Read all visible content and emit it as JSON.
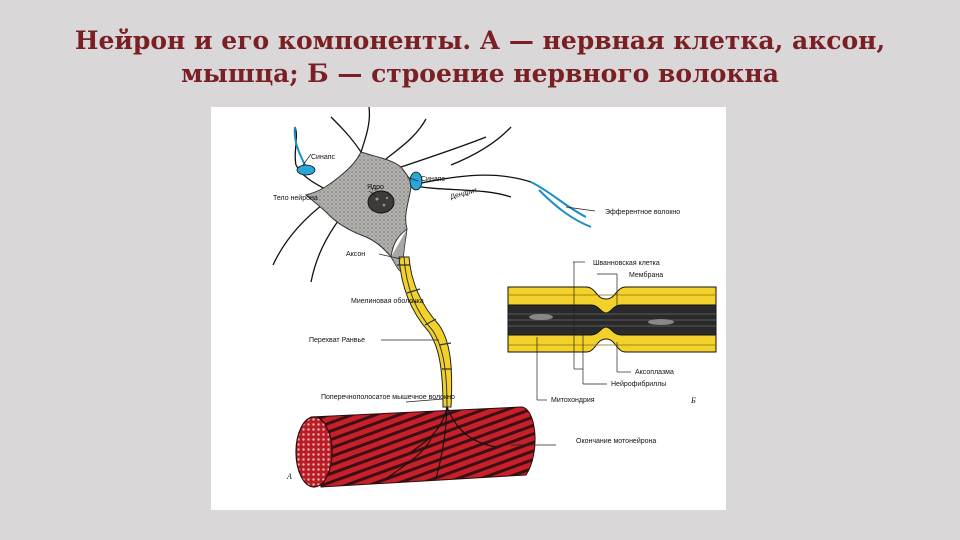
{
  "title": {
    "line1": "Нейрон и его компоненты. А — нервная клетка, аксон,",
    "line2": "мышца; Б — строение нервного волокна"
  },
  "figure": {
    "panel_a": "А",
    "panel_b": "Б",
    "labels_a": {
      "synapse_top": "Синапс",
      "nucleus": "Ядро",
      "synapse_right": "Синапс",
      "dendrite": "Дендрит",
      "cell_body": "Тело нейрона",
      "efferent": "Эфферентное волокно",
      "axon": "Аксон",
      "myelin": "Миелиновая оболочка",
      "ranvier": "Перехват Ранвье",
      "muscle": "Поперечнополосатое мышечное волокно",
      "motoneuron_end": "Окончание мотонейрона"
    },
    "labels_b": {
      "schwann": "Шванновская клетка",
      "membrane": "Мембрана",
      "axoplasm": "Аксоплазма",
      "neurofibrils": "Нейрофибриллы",
      "mitochondria": "Митохондрия"
    }
  },
  "colors": {
    "title": "#7a1f24",
    "myelin": "#f2d22a",
    "soma": "#a9a7a4",
    "muscle": "#c8202a",
    "synapse": "#2aa6d8"
  }
}
